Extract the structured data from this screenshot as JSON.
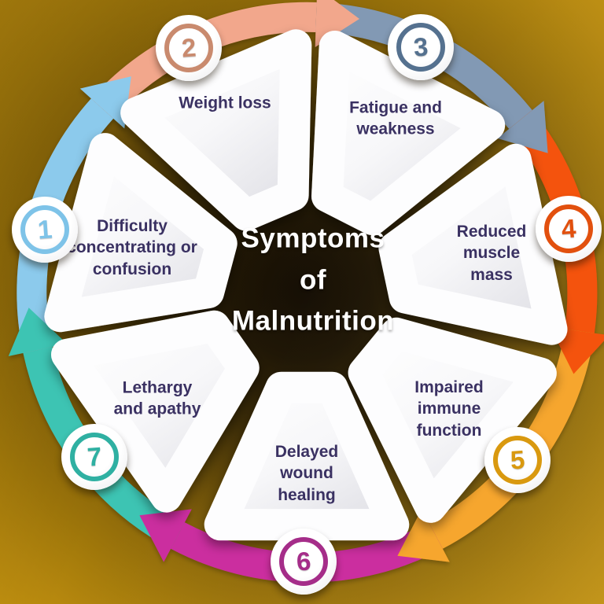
{
  "title": {
    "line1": "Symptoms",
    "line2": "of",
    "line3": "Malnutrition"
  },
  "steps": [
    {
      "number": "1",
      "label": "Difficulty concentrating or confusion",
      "badge_color": "#7ec3e8",
      "arrow_color": "#8ccaec"
    },
    {
      "number": "2",
      "label": "Weight loss",
      "badge_color": "#c98a6e",
      "arrow_color": "#f2a78c"
    },
    {
      "number": "3",
      "label": "Fatigue and weakness",
      "badge_color": "#55718f",
      "arrow_color": "#8299b4"
    },
    {
      "number": "4",
      "label": "Reduced muscle mass",
      "badge_color": "#e2500e",
      "arrow_color": "#f4530b"
    },
    {
      "number": "5",
      "label": "Impaired immune function",
      "badge_color": "#d9990f",
      "arrow_color": "#f6a62e"
    },
    {
      "number": "6",
      "label": "Delayed wound healing",
      "badge_color": "#a52d89",
      "arrow_color": "#cb2f9f"
    },
    {
      "number": "7",
      "label": "Lethargy and apathy",
      "badge_color": "#2fb0a2",
      "arrow_color": "#3ec4b3"
    }
  ],
  "colors": {
    "background_edge_gold": "#c0900f",
    "background_center": "#140d03",
    "segment_fill": "#ffffff",
    "label_text": "#3a3162",
    "title_text": "#ffffff"
  }
}
